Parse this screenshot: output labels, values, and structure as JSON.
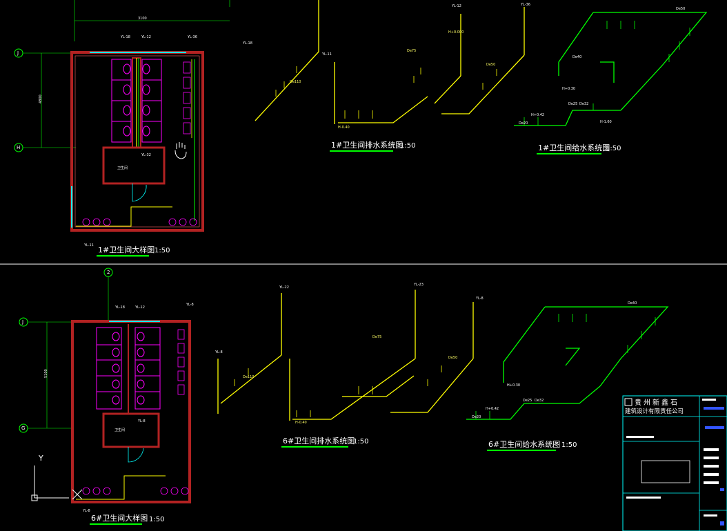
{
  "drawing": {
    "colors": {
      "background": "#000000",
      "wall": "#b22222",
      "pipe_drain": "#ffff00",
      "pipe_supply": "#00ff00",
      "fixture": "#ff00ff",
      "dimension": "#00ffff",
      "text": "#ffffff",
      "grid": "#00ff00"
    },
    "top_plan": {
      "title": "1#卫生间大样图",
      "scale": "1:50",
      "grid_J": "J",
      "grid_H": "H",
      "dim_top": "3100",
      "dim_side": "4800",
      "pipe_tags": [
        "YL-18",
        "YL-12",
        "YL-36",
        "YL-32",
        "YL-11"
      ],
      "room_label": "卫生间"
    },
    "top_drain": {
      "title": "1#卫生间排水系统图",
      "scale": "1:50",
      "pipe_tags": [
        "YL-18",
        "YL-11",
        "YL-12",
        "YL-36"
      ],
      "sizes": [
        "De110",
        "De75",
        "De50",
        "H-0.40",
        "H+0.000"
      ]
    },
    "top_supply": {
      "title": "1#卫生间给水系统图",
      "scale": "1:50",
      "sizes": [
        "De20",
        "De25",
        "De32",
        "De40",
        "De50",
        "H+0.42",
        "H+0.30",
        "H-1.60"
      ]
    },
    "bottom_plan": {
      "title": "6#卫生间大样图",
      "scale": "1:50",
      "grid_2": "2",
      "grid_J": "J",
      "grid_G": "G",
      "dim_side": "5100",
      "pipe_tags": [
        "YL-18",
        "YL-12",
        "YL-8",
        "YL-8",
        "YL-8"
      ],
      "room_label": "卫生间"
    },
    "bottom_drain": {
      "title": "6#卫生间排水系统图",
      "scale": "1:50",
      "pipe_tags": [
        "YL-22",
        "YL-23",
        "YL-8",
        "YL-8"
      ],
      "sizes": [
        "De110",
        "De75",
        "De50",
        "H-0.40"
      ]
    },
    "bottom_supply": {
      "title": "6#卫生间给水系统图",
      "scale": "1:50",
      "sizes": [
        "De20",
        "De25",
        "De32",
        "De40",
        "H+0.42",
        "H+0.30"
      ]
    },
    "ucs": {
      "y_label": "Y"
    },
    "title_block": {
      "company_line1": "贵州新鑫石",
      "company_line2": "建筑设计有限责任公司"
    }
  }
}
